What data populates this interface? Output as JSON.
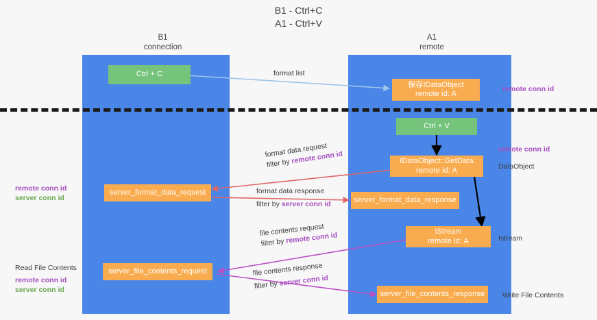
{
  "title": {
    "line1": "B1 - Ctrl+C",
    "line2": "A1 - Ctrl+V"
  },
  "columns": [
    {
      "name": "B1",
      "role": "connection"
    },
    {
      "name": "A1",
      "role": "remote"
    }
  ],
  "colors": {
    "lane": "#4a86e8",
    "node_orange": "#f9ac4f",
    "node_green": "#76c47c",
    "remote_conn_id": "#a64ec0",
    "server_conn_id": "#6aa84f",
    "arrow_blue": "#9fc5e8",
    "arrow_red": "#e06666",
    "arrow_magenta": "#b94fc4",
    "arrow_black": "#000000",
    "divider": "#1a1a1a",
    "background": "#f7f7f7"
  },
  "nodes": {
    "ctrl_c": {
      "line1": "Ctrl + C",
      "line2": ""
    },
    "ctrl_v": {
      "line1": "Ctrl + V",
      "line2": ""
    },
    "save_idataobject": {
      "line1": "保存IDataObject",
      "line2": "remote id: A"
    },
    "getdata": {
      "line1": "IDataObject::GetData",
      "line2": "remote id: A"
    },
    "istream": {
      "line1": "IStream",
      "line2": "remote id: A"
    },
    "server_format_data_request": {
      "line1": "server_format_data_request",
      "line2": ""
    },
    "server_format_data_response": {
      "line1": "server_format_data_response",
      "line2": ""
    },
    "server_file_contents_request": {
      "line1": "server_file_contents_request",
      "line2": ""
    },
    "server_file_contents_response": {
      "line1": "server_file_contents_response",
      "line2": ""
    }
  },
  "edges": [
    {
      "id": "format_list",
      "label": "format list",
      "filter_prefix": "",
      "filter_key": "",
      "color": "#9fc5e8"
    },
    {
      "id": "format_data_request",
      "label": "format data request",
      "filter_prefix": "filter by ",
      "filter_key": "remote conn id",
      "color": "#e06666"
    },
    {
      "id": "format_data_response",
      "label": "format data response",
      "filter_prefix": "filter by ",
      "filter_key": "server conn id",
      "color": "#e06666"
    },
    {
      "id": "file_contents_request",
      "label": "file contents request",
      "filter_prefix": "filter by ",
      "filter_key": "remote conn id",
      "color": "#b94fc4"
    },
    {
      "id": "file_contents_response",
      "label": "file contents response",
      "filter_prefix": "filter by ",
      "filter_key": "server conn id",
      "color": "#b94fc4"
    }
  ],
  "annotations": {
    "right_remote_conn_id_top": "remote conn id",
    "right_remote_conn_id_mid": "remote conn id",
    "right_dataobject": "DataObject",
    "right_istream": "Istream",
    "right_write_file_contents": "Write File Contents",
    "left_remote_conn_id_mid": "remote conn id",
    "left_server_conn_id_mid": "server conn id",
    "left_read_file_contents": "Read File Contents",
    "left_remote_conn_id_bot": "remote conn id",
    "left_server_conn_id_bot": "server conn id"
  },
  "legend_tokens": {
    "remote": "remote conn id",
    "server": "server conn id",
    "filter_by": "filter by "
  }
}
